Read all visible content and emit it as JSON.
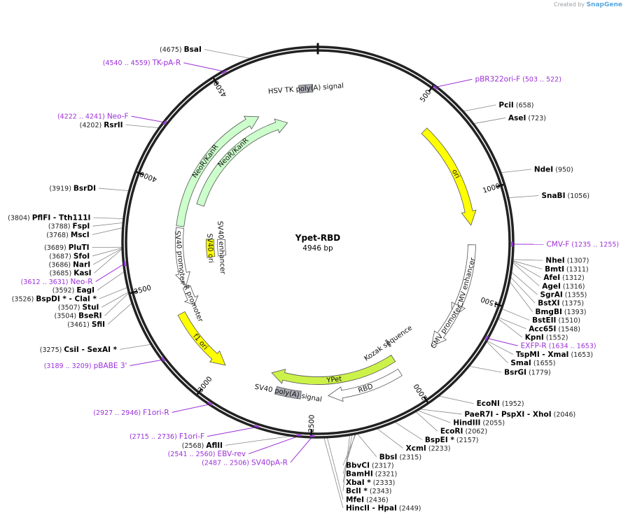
{
  "credit": {
    "prefix": "Created by",
    "brand": "SnapGene"
  },
  "plasmid": {
    "name": "Ypet-RBD",
    "size_label": "4946 bp",
    "length": 4946
  },
  "ticks": [
    {
      "bp": 500,
      "label": "500"
    },
    {
      "bp": 1000,
      "label": "1000"
    },
    {
      "bp": 1500,
      "label": "1500"
    },
    {
      "bp": 2000,
      "label": "2000"
    },
    {
      "bp": 2500,
      "label": "2500"
    },
    {
      "bp": 3000,
      "label": "3000"
    },
    {
      "bp": 3500,
      "label": "3500"
    },
    {
      "bp": 4000,
      "label": "4000"
    },
    {
      "bp": 4500,
      "label": "4500"
    }
  ],
  "features": [
    {
      "name": "ori",
      "start": 600,
      "end": 1150,
      "dir": 1,
      "color": "#ffff00",
      "ring": 0
    },
    {
      "name": "CMV enhancer",
      "start": 1250,
      "end": 1640,
      "dir": 1,
      "color": "#ffffff",
      "ring": 0
    },
    {
      "name": "CMV promoter",
      "start": 1570,
      "end": 1820,
      "dir": 1,
      "color": "#ffffff",
      "ring": 0
    },
    {
      "name": "Kozak sequence",
      "start": 1990,
      "end": 2000,
      "dir": 0,
      "color": "#a0a0a0",
      "ring": 2
    },
    {
      "name": "YPet",
      "start": 2020,
      "end": 2740,
      "dir": 1,
      "color": "#ccf24a",
      "ring": 1
    },
    {
      "name": "RBD",
      "start": 2030,
      "end": 2420,
      "dir": 1,
      "color": "#ffffff",
      "ring": 0
    },
    {
      "name": "SV40 poly(A) signal",
      "start": 2560,
      "end": 2690,
      "dir": 0,
      "color": "#a8abb3",
      "ring": 0
    },
    {
      "name": "f1 ori",
      "start": 2980,
      "end": 3330,
      "dir": -1,
      "color": "#ffff00",
      "ring": 0
    },
    {
      "name": "AmpR promoter",
      "start": 3340,
      "end": 3450,
      "dir": -1,
      "color": "#ffffff",
      "ring": 1
    },
    {
      "name": "SV40 promoter",
      "start": 3460,
      "end": 3790,
      "dir": -1,
      "color": "#ffffff",
      "ring": 1
    },
    {
      "name": "SV40 ori",
      "start": 3600,
      "end": 3730,
      "dir": 0,
      "color": "#ffff00",
      "ring": 3
    },
    {
      "name": "SV40 enhancer",
      "start": 3600,
      "end": 3730,
      "dir": 0,
      "color": "#ffffff",
      "ring": 4
    },
    {
      "name": "NeoR/KanR",
      "start": 3800,
      "end": 4600,
      "dir": 1,
      "color": "#ccffcc",
      "ring": 1
    },
    {
      "name": "NeoR/KanR",
      "start": 3950,
      "end": 4750,
      "dir": 1,
      "color": "#ccffcc",
      "ring": 2
    },
    {
      "name": "HSV TK poly(A) signal",
      "start": 4850,
      "end": 4920,
      "dir": 0,
      "color": "#a8abb3",
      "ring": 0
    }
  ],
  "sites": [
    {
      "name": "BsaI",
      "pos": "(4675)",
      "bp": 4675,
      "star": ""
    },
    {
      "name": "PciI",
      "pos": "(658)",
      "bp": 658,
      "star": ""
    },
    {
      "name": "AseI",
      "pos": "(723)",
      "bp": 723,
      "star": ""
    },
    {
      "name": "NdeI",
      "pos": "(950)",
      "bp": 950,
      "star": ""
    },
    {
      "name": "SnaBI",
      "pos": "(1056)",
      "bp": 1056,
      "star": ""
    },
    {
      "name": "NheI",
      "pos": "(1307)",
      "bp": 1307,
      "star": ""
    },
    {
      "name": "BmtI",
      "pos": "(1311)",
      "bp": 1311,
      "star": ""
    },
    {
      "name": "AfeI",
      "pos": "(1312)",
      "bp": 1312,
      "star": ""
    },
    {
      "name": "AgeI",
      "pos": "(1316)",
      "bp": 1316,
      "star": ""
    },
    {
      "name": "SgrAI",
      "pos": "(1355)",
      "bp": 1355,
      "star": ""
    },
    {
      "name": "BstXI",
      "pos": "(1375)",
      "bp": 1375,
      "star": ""
    },
    {
      "name": "BmgBI",
      "pos": "(1393)",
      "bp": 1393,
      "star": ""
    },
    {
      "name": "BstEII",
      "pos": "(1510)",
      "bp": 1510,
      "star": ""
    },
    {
      "name": "Acc65I",
      "pos": "(1548)",
      "bp": 1548,
      "star": ""
    },
    {
      "name": "KpnI",
      "pos": "(1552)",
      "bp": 1552,
      "star": ""
    },
    {
      "name": "TspMI - XmaI",
      "pos": "(1653)",
      "bp": 1653,
      "star": ""
    },
    {
      "name": "SmaI",
      "pos": "(1655)",
      "bp": 1655,
      "star": ""
    },
    {
      "name": "BsrGI",
      "pos": "(1779)",
      "bp": 1779,
      "star": ""
    },
    {
      "name": "EcoNI",
      "pos": "(1952)",
      "bp": 1952,
      "star": ""
    },
    {
      "name": "PaeR7I - PspXI - XhoI",
      "pos": "(2046)",
      "bp": 2046,
      "star": ""
    },
    {
      "name": "HindIII",
      "pos": "(2055)",
      "bp": 2055,
      "star": ""
    },
    {
      "name": "EcoRI",
      "pos": "(2062)",
      "bp": 2062,
      "star": ""
    },
    {
      "name": "BspEI",
      "pos": "(2157)",
      "bp": 2157,
      "star": "*"
    },
    {
      "name": "XcmI",
      "pos": "(2233)",
      "bp": 2233,
      "star": ""
    },
    {
      "name": "BbsI",
      "pos": "(2315)",
      "bp": 2315,
      "star": ""
    },
    {
      "name": "BbvCI",
      "pos": "(2317)",
      "bp": 2317,
      "star": ""
    },
    {
      "name": "BamHI",
      "pos": "(2321)",
      "bp": 2321,
      "star": ""
    },
    {
      "name": "XbaI",
      "pos": "(2333)",
      "bp": 2333,
      "star": "*"
    },
    {
      "name": "BclI",
      "pos": "(2343)",
      "bp": 2343,
      "star": "*"
    },
    {
      "name": "MfeI",
      "pos": "(2436)",
      "bp": 2436,
      "star": ""
    },
    {
      "name": "HincII - HpaI",
      "pos": "(2449)",
      "bp": 2449,
      "star": ""
    },
    {
      "name": "AflII",
      "pos": "(2568)",
      "bp": 2568,
      "star": ""
    },
    {
      "name": "CsiI - SexAI",
      "pos": "(3275)",
      "bp": 3275,
      "star": "*"
    },
    {
      "name": "SfiI",
      "pos": "(3461)",
      "bp": 3461,
      "star": ""
    },
    {
      "name": "BseRI",
      "pos": "(3504)",
      "bp": 3504,
      "star": ""
    },
    {
      "name": "StuI",
      "pos": "(3507)",
      "bp": 3507,
      "star": ""
    },
    {
      "name": "BspDI * - ClaI",
      "pos": "(3526)",
      "bp": 3526,
      "star": "*"
    },
    {
      "name": "EagI",
      "pos": "(3592)",
      "bp": 3592,
      "star": ""
    },
    {
      "name": "KasI",
      "pos": "(3685)",
      "bp": 3685,
      "star": ""
    },
    {
      "name": "NarI",
      "pos": "(3686)",
      "bp": 3686,
      "star": ""
    },
    {
      "name": "SfoI",
      "pos": "(3687)",
      "bp": 3687,
      "star": ""
    },
    {
      "name": "PluTI",
      "pos": "(3689)",
      "bp": 3689,
      "star": ""
    },
    {
      "name": "MscI",
      "pos": "(3768)",
      "bp": 3768,
      "star": ""
    },
    {
      "name": "FspI",
      "pos": "(3788)",
      "bp": 3788,
      "star": ""
    },
    {
      "name": "PflFI - Tth111I",
      "pos": "(3804)",
      "bp": 3804,
      "star": ""
    },
    {
      "name": "BsrDI",
      "pos": "(3919)",
      "bp": 3919,
      "star": ""
    },
    {
      "name": "RsrII",
      "pos": "(4202)",
      "bp": 4202,
      "star": ""
    }
  ],
  "primers": [
    {
      "name": "TK-pA-R",
      "range": "(4540 .. 4559)",
      "bp": 4550
    },
    {
      "name": "pBR322ori-F",
      "range": "(503 .. 522)",
      "bp": 512
    },
    {
      "name": "CMV-F",
      "range": "(1235 .. 1255)",
      "bp": 1245
    },
    {
      "name": "EXFP-R",
      "range": "(1634 .. 1653)",
      "bp": 1643
    },
    {
      "name": "Neo-F",
      "range": "(4222 .. 4241)",
      "bp": 4231
    },
    {
      "name": "Neo-R",
      "range": "(3612 .. 3631)",
      "bp": 3621
    },
    {
      "name": "pBABE 3'",
      "range": "(3189 .. 3209)",
      "bp": 3199
    },
    {
      "name": "F1ori-R",
      "range": "(2927 .. 2946)",
      "bp": 2936
    },
    {
      "name": "F1ori-F",
      "range": "(2715 .. 2736)",
      "bp": 2725
    },
    {
      "name": "EBV-rev",
      "range": "(2541 .. 2560)",
      "bp": 2550
    },
    {
      "name": "SV40pA-R",
      "range": "(2487 .. 2506)",
      "bp": 2496
    }
  ]
}
